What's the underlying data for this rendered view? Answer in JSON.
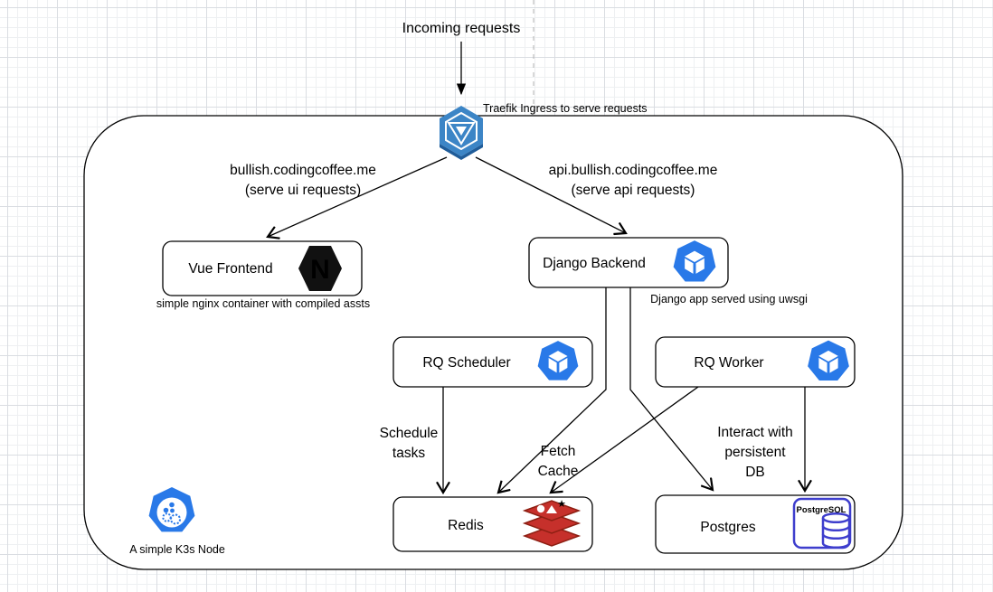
{
  "top": {
    "incoming_label": "Incoming requests",
    "ingress_caption": "Traefik Ingress to serve requests"
  },
  "routes": {
    "ui": {
      "host": "bullish.codingcoffee.me",
      "note": "(serve ui requests)"
    },
    "api": {
      "host": "api.bullish.codingcoffee.me",
      "note": "(serve api requests)"
    }
  },
  "nodes": {
    "vue": {
      "label": "Vue Frontend",
      "icon": "nginx-icon",
      "caption": "simple nginx container with compiled assts"
    },
    "django": {
      "label": "Django Backend",
      "icon": "container-icon",
      "caption": "Django app served using uwsgi"
    },
    "rq_scheduler": {
      "label": "RQ Scheduler",
      "icon": "container-icon"
    },
    "rq_worker": {
      "label": "RQ Worker",
      "icon": "container-icon"
    },
    "redis": {
      "label": "Redis",
      "icon": "redis-icon"
    },
    "postgres": {
      "label": "Postgres",
      "icon": "postgresql-icon",
      "icon_text": "PostgreSQL"
    }
  },
  "edge_labels": {
    "schedule_tasks": [
      "Schedule",
      "tasks"
    ],
    "fetch_cache": [
      "Fetch",
      "Cache"
    ],
    "interact_db": [
      "Interact with",
      "persistent",
      "DB"
    ]
  },
  "cluster": {
    "caption": "A simple K3s Node"
  },
  "colors": {
    "accent_blue": "#2979E8",
    "traefik_blue": "#3C85C6",
    "nginx_black": "#111111",
    "redis_red": "#C6302B",
    "redis_dark_red": "#8E1F13",
    "postgres_blue": "#3E3ECD",
    "line_black": "#000000",
    "divider_gray": "#B0B0B0"
  }
}
